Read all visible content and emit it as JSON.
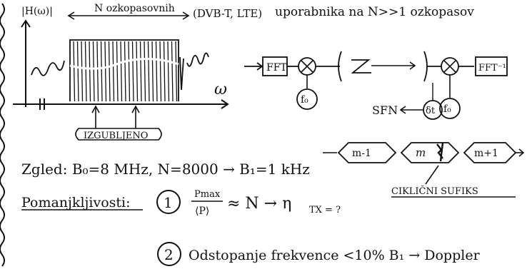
{
  "top_line": {
    "axis_label": "|H(ω)|",
    "span_label": "N ozkopasovnih",
    "systems": "(DVB-T, LTE)",
    "rest": "uporabnika na N>>1 ozkopasov"
  },
  "spectrum": {
    "freq_label": "ω",
    "lost_label": "IZGUBLJENO"
  },
  "blocks": {
    "fft": "FFT",
    "ifft": "FFT⁻¹",
    "f0_left": "f₀",
    "f0_right": "f₀",
    "sfn": "SFN",
    "delta_t": "δt"
  },
  "symbols": [
    "m-1",
    "m",
    "m+1"
  ],
  "prefix_label": "CIKLIČNI SUFIKS",
  "example": "Zgled: B₀=8 MHz, N=8000 → B₁=1 kHz",
  "drawbacks": {
    "heading": "Pomanjkljivosti:",
    "item1_num": "1",
    "item1_ratio_num": "Pmax",
    "item1_ratio_den": "⟨P⟩",
    "item1_rest": "≈ N → η",
    "item1_tail": "TX = ?",
    "item2_num": "2",
    "item2_text": "Odstopanje frekvence <10% B₁ → Doppler"
  },
  "colors": {
    "ink": "#111111",
    "paper": "#ffffff"
  }
}
